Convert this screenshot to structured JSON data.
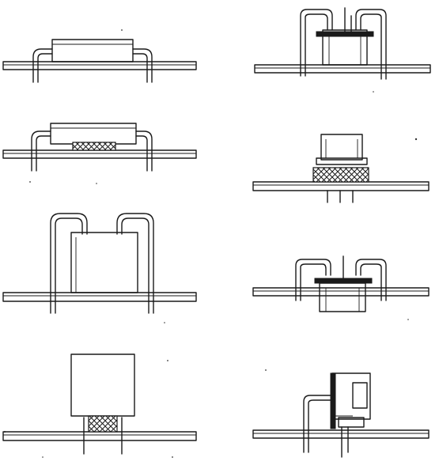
{
  "figure": {
    "panels": [
      {
        "id": "left-1",
        "component": "flat-package",
        "leads": "bent-wire",
        "has_spacer": false
      },
      {
        "id": "left-2",
        "component": "flat-package",
        "leads": "bent-wire",
        "has_spacer": true
      },
      {
        "id": "left-3",
        "component": "tall-block",
        "leads": "tall-bent-wire",
        "has_spacer": false
      },
      {
        "id": "left-4",
        "component": "block",
        "leads": "straight",
        "has_spacer": true
      },
      {
        "id": "right-1",
        "component": "cylindrical-can",
        "leads": "bent-wire",
        "has_spacer": false
      },
      {
        "id": "right-2",
        "component": "cylindrical-can",
        "leads": "straight",
        "has_spacer": true
      },
      {
        "id": "right-3",
        "component": "cylindrical-can-recessed",
        "leads": "bent-wire",
        "has_spacer": false
      },
      {
        "id": "right-4",
        "component": "cylindrical-can-side",
        "leads": "bent-wire",
        "has_spacer": false
      }
    ]
  }
}
